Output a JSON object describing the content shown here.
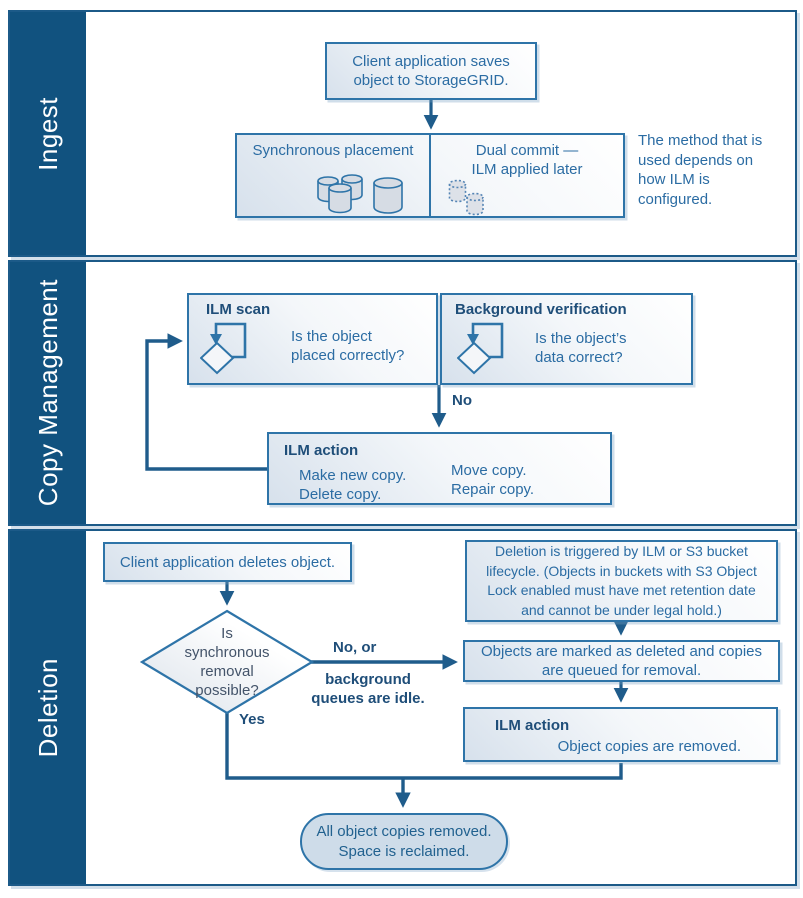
{
  "title": "StorageGRID object lifecycle diagram",
  "colors": {
    "sidebar_blue": "#11527f",
    "border_blue": "#2e74a8",
    "frame_blue": "#1c5a88",
    "arrow_blue": "#1f5c8b",
    "body_text_blue": "#2b6ca3",
    "bold_text_navy": "#1f4e79",
    "diamond_text_gray": "#44546a",
    "stadium_fill": "#cedce9",
    "cylinder_fill": "#d6dce4"
  },
  "sidebar": {
    "sections": [
      {
        "label": "Ingest"
      },
      {
        "label": "Copy Management"
      },
      {
        "label": "Deletion"
      }
    ]
  },
  "ingest": {
    "client_saves": "Client application saves\nobject to StorageGRID.",
    "synchronous_placement": "Synchronous placement",
    "dual_commit": "Dual commit —\nILM applied later",
    "note": "The method that is\nused depends on\nhow ILM is\nconfigured.",
    "icons": [
      {
        "name": "storage-cylinders-icon"
      },
      {
        "name": "dual-commit-dashed-copies-icon"
      }
    ]
  },
  "copy_management": {
    "ilm_scan_title": "ILM scan",
    "ilm_scan_question": "Is the object\nplaced correctly?",
    "background_verification_title": "Background verification",
    "background_verification_question": "Is the object’s\ndata correct?",
    "no_label": "No",
    "ilm_action_title": "ILM action",
    "ilm_action_items_left": "Make new copy.\nDelete copy.",
    "ilm_action_items_right": "Move copy.\nRepair copy."
  },
  "deletion": {
    "client_deletes": "Client application deletes object.",
    "decision_question": "Is\nsynchronous\nremoval\npossible?",
    "no_branch_label": "No, or",
    "no_branch_sublabel": "background\nqueues are idle.",
    "yes_label": "Yes",
    "trigger_note": "Deletion is triggered by ILM or S3 bucket\nlifecycle. (Objects in buckets with S3 Object\nLock enabled must have met retention date\nand cannot be under legal hold.)",
    "marked_deleted": "Objects are marked as deleted and copies\nare queued for removal.",
    "ilm_action_title": "ILM action",
    "ilm_action_text": "Object copies are removed.",
    "result": "All object copies removed.\nSpace is reclaimed."
  }
}
